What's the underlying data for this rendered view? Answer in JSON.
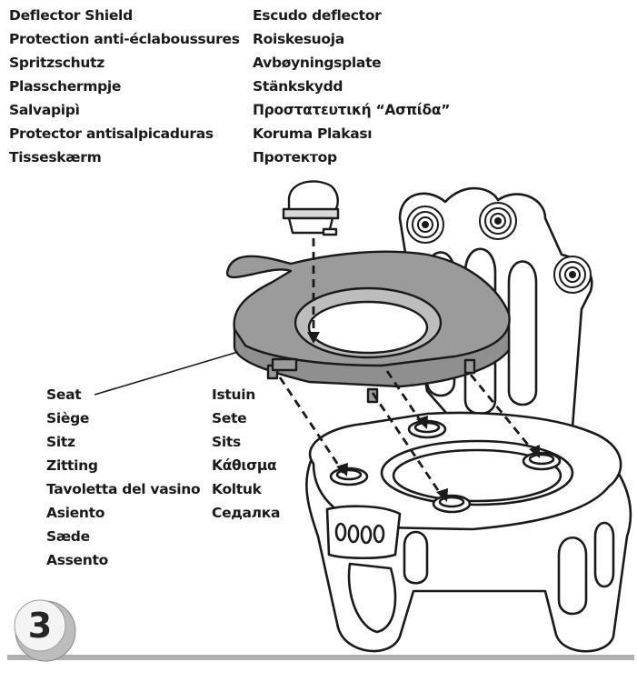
{
  "deflector_labels": {
    "col1": [
      "Deflector Shield",
      "Protection anti-éclaboussures",
      "Spritzschutz",
      "Plasschermpje",
      "Salvapipì",
      "Protector antisalpicaduras",
      "Tisseskærm"
    ],
    "col2": [
      "Escudo deflector",
      "Roiskesuoja",
      "Avbøyningsplate",
      "Stänkskydd",
      "Προστατευτική “Ασπίδα”",
      "Koruma Plakası",
      "Протектор"
    ]
  },
  "seat_labels": {
    "col1": [
      "Seat",
      "Siège",
      "Sitz",
      "Zitting",
      "Tavoletta del vasino",
      "Asiento",
      "Sæde",
      "Assento"
    ],
    "col2": [
      "Istuin",
      "Sete",
      "Sits",
      "Κάθισμα",
      "Koltuk",
      "Седалка"
    ]
  },
  "step": {
    "number": "3"
  }
}
